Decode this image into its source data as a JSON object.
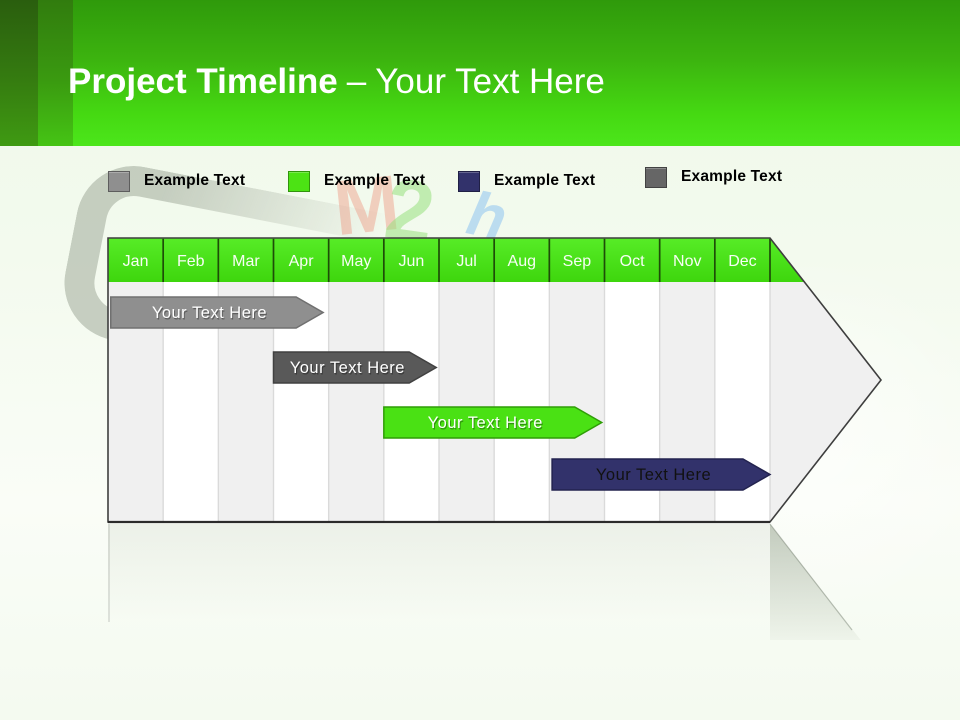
{
  "slide": {
    "title": "Project Timeline",
    "title_suffix": "– Your Text Here"
  },
  "legend": {
    "items": [
      {
        "label": "Example Text",
        "color": "#8f8f8f"
      },
      {
        "label": "Example Text",
        "color": "#4ce314"
      },
      {
        "label": "Example Text",
        "color": "#32326b"
      },
      {
        "label": "Example Text",
        "color": "#666666"
      }
    ]
  },
  "watermark": {
    "letters": [
      {
        "char": "M",
        "color": "rgba(238,152,130,0.45)"
      },
      {
        "char": "2",
        "color": "rgba(152,224,126,0.55)"
      },
      {
        "char": "h",
        "color": "rgba(150,200,240,0.60)"
      }
    ]
  },
  "chart_data": {
    "type": "gantt-timeline",
    "title": "Project Timeline – Your Text Here",
    "months": [
      "Jan",
      "Feb",
      "Mar",
      "Apr",
      "May",
      "Jun",
      "Jul",
      "Aug",
      "Sep",
      "Oct",
      "Nov",
      "Dec"
    ],
    "header_color": "#49e019",
    "column_colors": [
      "#f0f0f0",
      "#ffffff"
    ],
    "bars": [
      {
        "label": "Your Text Here",
        "fill": "#8f8f8f",
        "stroke": "#707070",
        "text_color": "#ffffff",
        "start_month": 0.05,
        "end_month": 3.9,
        "row": 0
      },
      {
        "label": "Your Text Here",
        "fill": "#595959",
        "stroke": "#414141",
        "text_color": "#ffffff",
        "start_month": 3.0,
        "end_month": 5.95,
        "row": 1
      },
      {
        "label": "Your Text Here",
        "fill": "#4ae114",
        "stroke": "#2f9e07",
        "text_color": "#ffffff",
        "start_month": 5.0,
        "end_month": 8.95,
        "row": 2
      },
      {
        "label": "Your Text Here",
        "fill": "#32326b",
        "stroke": "#23234f",
        "text_color": "#111111",
        "start_month": 8.05,
        "end_month": 12.0,
        "row": 3
      }
    ]
  }
}
